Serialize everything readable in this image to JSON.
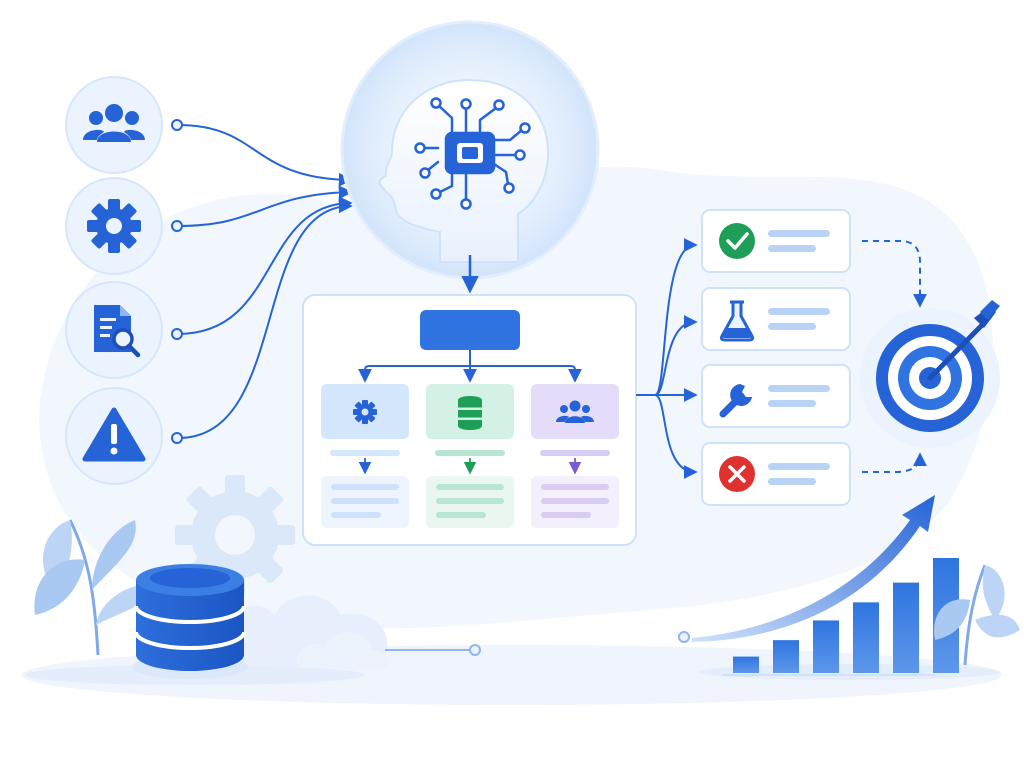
{
  "colors": {
    "primary": "#2563d6",
    "primary_dark": "#1d4fb8",
    "light_blue": "#cfe2fb",
    "pale_blue": "#eaf3fe",
    "green": "#1f9e57",
    "red": "#e03131",
    "violet": "#7a5ad6",
    "teal_bg": "#d3f1e4",
    "violet_bg": "#e4dcf8",
    "blue_bg": "#d4e6fb"
  },
  "inputs": [
    {
      "icon": "users-icon"
    },
    {
      "icon": "gear-icon"
    },
    {
      "icon": "document-search-icon"
    },
    {
      "icon": "warning-icon"
    }
  ],
  "center": {
    "icon": "brain-chip-icon"
  },
  "flowchart": {
    "branches": [
      {
        "icon": "gear-icon"
      },
      {
        "icon": "database-icon"
      },
      {
        "icon": "users-icon"
      }
    ]
  },
  "outcomes": [
    {
      "icon": "check-circle-icon"
    },
    {
      "icon": "flask-icon"
    },
    {
      "icon": "wrench-icon"
    },
    {
      "icon": "x-circle-icon"
    }
  ],
  "goal": {
    "icon": "target-icon"
  },
  "growth": {
    "bar_values": [
      1,
      2,
      3.2,
      4.3,
      5.5,
      7
    ]
  }
}
